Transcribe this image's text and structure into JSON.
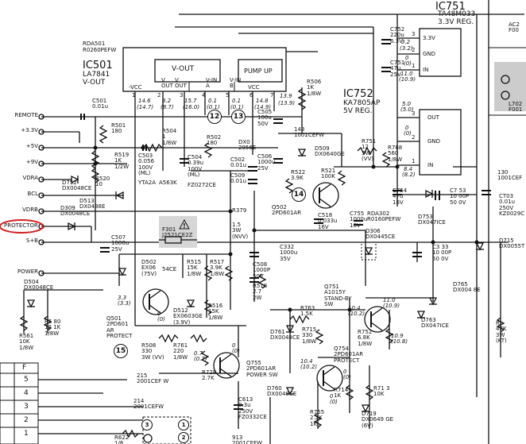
{
  "colors": {
    "ink": "#111111",
    "highlight_oval": "#d42020",
    "shade": "#cccccc",
    "warning_bg": "#d6d6d6"
  },
  "left_labels": [
    "REMOTE",
    "+3.3V",
    "+5V",
    "+9V",
    "VDRA",
    "BCL",
    "VDRB",
    "PROTECTOR",
    "S+B",
    "POWER"
  ],
  "ic501": {
    "ref1": "RDA501",
    "ref2": "R0260PEFW",
    "name": "IC501",
    "part": "LA7841",
    "func": "V-OUT",
    "block_vout": "V-OUT",
    "block_pump": "PUMP UP",
    "pin_vcc_neg": "-VCC",
    "pin_vout": "V\nOUT",
    "pin_vout2": "V\nOUT",
    "pin_vin_a": "V-IN\nA",
    "pin_vin_b": "V-IN\nB",
    "pin_vcc": "VCC",
    "pins": [
      "1",
      "2",
      "3",
      "4",
      "5",
      "6",
      "7"
    ],
    "volt_top": [
      "14.6",
      "8.2",
      "15.7",
      "0.1",
      "0.1",
      "14.8",
      "13.9"
    ],
    "volt_bot": [
      "(14.7)",
      "(8.7)",
      "(16.0)",
      "(0.1)",
      "(0.1)",
      "(14.9)",
      "(13.9)"
    ],
    "circ12": "12",
    "circ13": "13"
  },
  "ic751": {
    "name": "IC751",
    "part": "TA48M033",
    "func": "3.3V REG.",
    "pin3": "3.3V",
    "pin2": "GND",
    "pin1": "IN",
    "pin3_num": "3",
    "pin2_num": "2",
    "pin1_num": "1",
    "v3": "3.2",
    "v3b": "(3.2)",
    "v2": "0",
    "v2b": "(0)",
    "v1": "11.0",
    "v1b": "(10.9)"
  },
  "ic752": {
    "name": "IC752",
    "part": "KA7805AP",
    "func": "5V REG.",
    "pin3": "OUT",
    "pin2": "GND",
    "pin1": "IN",
    "pin3_num": "3",
    "pin2_num": "2",
    "pin1_num": "1",
    "v3": "5.0",
    "v3b": "(5.0)",
    "v2": "0",
    "v2b": "(0)",
    "v1": "8.4",
    "v1b": "(8.2)"
  },
  "components": {
    "c752": "C752\n220u\n6.3V",
    "c751": "C751\n47u\n25V",
    "r506": "R506\n1K\n1/8W",
    "c501": "C501\n0.01u",
    "r501": "R501\n180",
    "r504": "R504\n1\n1/8W",
    "r519": "R519\n1K\n1/2W",
    "r520": "R520\n10",
    "c503": "C503\n0.056\n100V\n(ML)",
    "c504": "C504\n0.39u\n100V\n(ML)",
    "r502": "R502\n180",
    "c505": "C505\n100u\n50V",
    "c506": "C506\n1000u\n25V",
    "c502": "C502\n0.01u",
    "c509": "C509\n0.01u",
    "ytr": "YTA2A",
    "a563": "A563K",
    "fz2072": "FZ0272CE",
    "s143": "143\n1001CEFW",
    "dx0": "DX0\n2956E",
    "d509": "D509\nDX0640GE",
    "r522": "R522\n3.9K",
    "r521": "R521\n100K",
    "r751": "R751\n12\n3W\n(VV)",
    "r768": "R768\n560\n1/8W",
    "c754": "C754\n47u\n16V",
    "q502": "Q502\n2PD601AR",
    "c518": "C518\n0.033u\n16V",
    "c755": "C755\n1000u\n16V",
    "rda302": "RDA302\nR0160PEFW",
    "d306": "D306\nDX0445CE",
    "d753": "D753\nDX047ICE",
    "c753": "C7 53\n10 00P\n50 0V",
    "d752": "D752\nDX0048CE",
    "d513": "D513\nDX0488E",
    "d309": "D309\nDX0048CE",
    "r379": "R379",
    "f301": "F301\nJ2521CE2Z",
    "r_15": "1.5\n3W\n(NVV)",
    "c507": "C507\n1000u\n25V",
    "c332": "C332\n1000u\n35V",
    "c3": "C3 33\n10 00P\n50 0V",
    "d502": "D502\nEX06\n(75V)",
    "d502b": "54CE",
    "r515": "R515\n15K\n1/8W",
    "r517": "R517\n3.9K\n1/8W",
    "c508": "C508\n1000P\n50V",
    "r518": "R518\n2.7\n2W",
    "d504": "D504\nDX0048CE",
    "r5": "R5 80\n12 1K\n1/8W",
    "r561": "R561\n10K\n1/8W",
    "q501": "Q501\n2PD601\nAR\nPROTECT",
    "d512": "D512\nEX0603GE\n(3.9V)",
    "r516": "R516\n15K\n1/8W",
    "r508": "R508\n330\n3W (VV)",
    "r761": "R761\n220\n1/8W",
    "r728": "R728\n2.7K",
    "q755": "Q755\n2PD601AR\nPOWER SW",
    "d761": "D761\nDX0048CE",
    "d760": "D760\nDX0048CE",
    "c613": "C613\n0.3u\n250V\nFZ0332CE",
    "r763": "R763\n1.5K",
    "r715": "R715\n330\n1/8W",
    "q751": "Q751\nA1015Y\nSTAND-BY\nSW",
    "r752": "R752\n6.8K\n1/8W",
    "q754": "Q754\n2PD601AR\nPROTECT",
    "r714": "R714\n1K",
    "r713": "R71 3\n10K",
    "r755": "R755\n2.2K\n1K",
    "d719": "D719\nDX0649 GE\n(6V)",
    "d763": "D763\nDX047ICE",
    "d765": "D765\nDX004 8E",
    "r21": "R\n47K\n3W\n(KT)",
    "d715": "D715\nDX0055T",
    "ct03": "CT03\n0.01u\n250V\nKZ0029C",
    "ac2": "AC2\nF00",
    "l702": "L702\nF001",
    "r130": "130\n1001CEF",
    "i215": "215\n2001CEF W",
    "i214": "214\n2001CEFW",
    "r622": "R622\n1/8",
    "s913": "913\n2001CEFW",
    "s14": "14",
    "s15": "15",
    "t_f": "F",
    "table_rows": [
      "5",
      "4",
      "3",
      "2",
      "1"
    ],
    "q751_v1": "11.0\n(10.9)",
    "q751_v2": "10.4\n(10.2)",
    "q751_v3": "10.9\n(10.8)",
    "q501_v1": "3.3\n(3.3)",
    "q501_v2": "0\n(0)",
    "q755_v1": "0\n(0)",
    "q755_v2": "0.7\n(0.7)",
    "q754_v1": "10.4\n(10.2)",
    "q754_v2": "0\n(0)",
    "q754_v3": "0\n(0)",
    "cir1": "1",
    "cir2": "2",
    "cir3": "3"
  }
}
